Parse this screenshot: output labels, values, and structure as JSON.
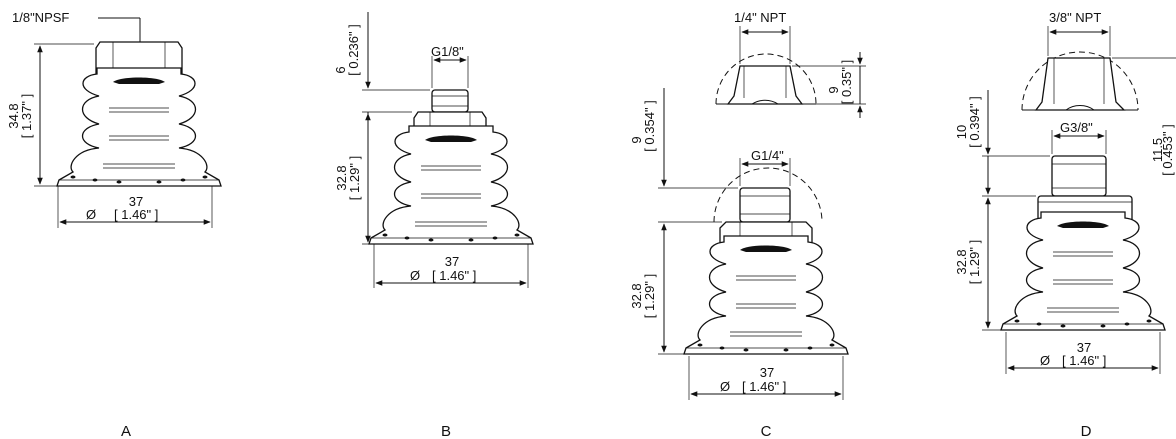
{
  "drawings": [
    {
      "letter": "A",
      "port_label": "1/8\"NPSF",
      "height_mm": "34.8",
      "height_in": "[ 1.37\" ]",
      "diameter_mm": "37",
      "diameter_symbol": "Ø",
      "diameter_in": "[ 1.46\" ]"
    },
    {
      "letter": "B",
      "thread_label": "G1/8\"",
      "thread_len_mm": "6",
      "thread_len_in": "[ 0.236\" ]",
      "height_mm": "32.8",
      "height_in": "[ 1.29\" ]",
      "diameter_mm": "37",
      "diameter_symbol": "Ø",
      "diameter_in": "[ 1.46\" ]"
    },
    {
      "letter": "C",
      "npt_label": "1/4\" NPT",
      "npt_len_mm": "9",
      "npt_len_in": "[ 0.35\" ]",
      "thread_label": "G1/4\"",
      "thread_len_mm": "9",
      "thread_len_in": "[ 0.354\" ]",
      "height_mm": "32.8",
      "height_in": "[ 1.29\" ]",
      "diameter_mm": "37",
      "diameter_symbol": "Ø",
      "diameter_in": "[ 1.46\" ]"
    },
    {
      "letter": "D",
      "npt_label": "3/8\" NPT",
      "npt_len_mm": "11.5",
      "npt_len_in": "[ 0.453\" ]",
      "thread_label": "G3/8\"",
      "thread_len_mm": "10",
      "thread_len_in": "[ 0.394\" ]",
      "height_mm": "32.8",
      "height_in": "[ 1.29\" ]",
      "diameter_mm": "37",
      "diameter_symbol": "Ø",
      "diameter_in": "[ 1.46\" ]"
    }
  ]
}
